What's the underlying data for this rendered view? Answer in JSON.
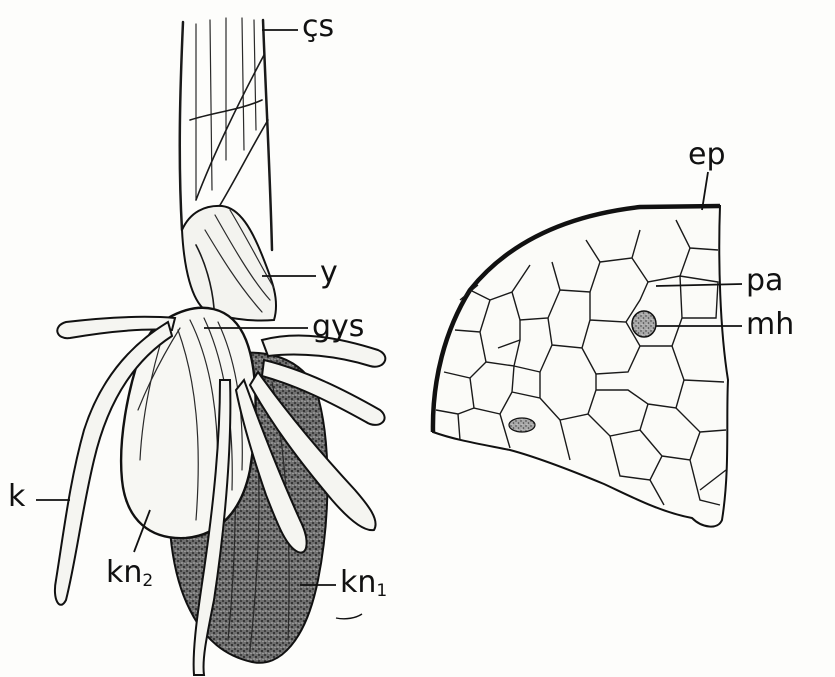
{
  "labels": {
    "cs": "çs",
    "y": "y",
    "gys": "gys",
    "k": "k",
    "kn2_base": "kn",
    "kn2_sub": "2",
    "kn1_base": "kn",
    "kn1_sub": "1",
    "ep": "ep",
    "pa": "pa",
    "mh": "mh"
  }
}
